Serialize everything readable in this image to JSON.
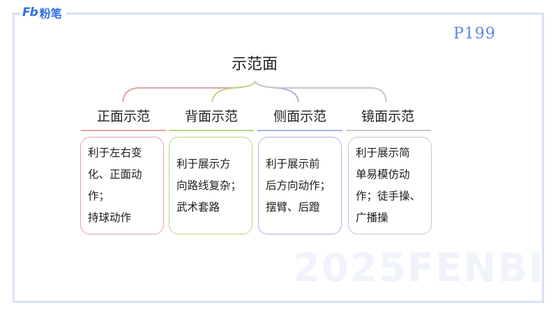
{
  "logo": {
    "mark": "Fb",
    "text": "粉笔"
  },
  "page_number": "P199",
  "watermark": "2025FENBI",
  "title": "示范面",
  "colors": {
    "frame": "#d9e2f5",
    "red": "#e3a3a6",
    "green": "#b9d67e",
    "blue": "#a9b3e3",
    "gray": "#c6c6cc",
    "accent": "#2f6fe4"
  },
  "categories": [
    {
      "name": "正面示范",
      "color": "#e3a3a6",
      "description": "利于左右变\n化、正面动\n作；\n持球动作"
    },
    {
      "name": "背面示范",
      "color": "#b9d67e",
      "description": "利于展示方\n向路线复杂；\n武术套路"
    },
    {
      "name": "侧面示范",
      "color": "#a9b3e3",
      "description": "利于展示前\n后方向动作；\n摆臂、后蹬"
    },
    {
      "name": "镜面示范",
      "color": "#c6c6cc",
      "description": "利于展示简\n单易模仿动\n作；徒手操、\n广播操"
    }
  ]
}
